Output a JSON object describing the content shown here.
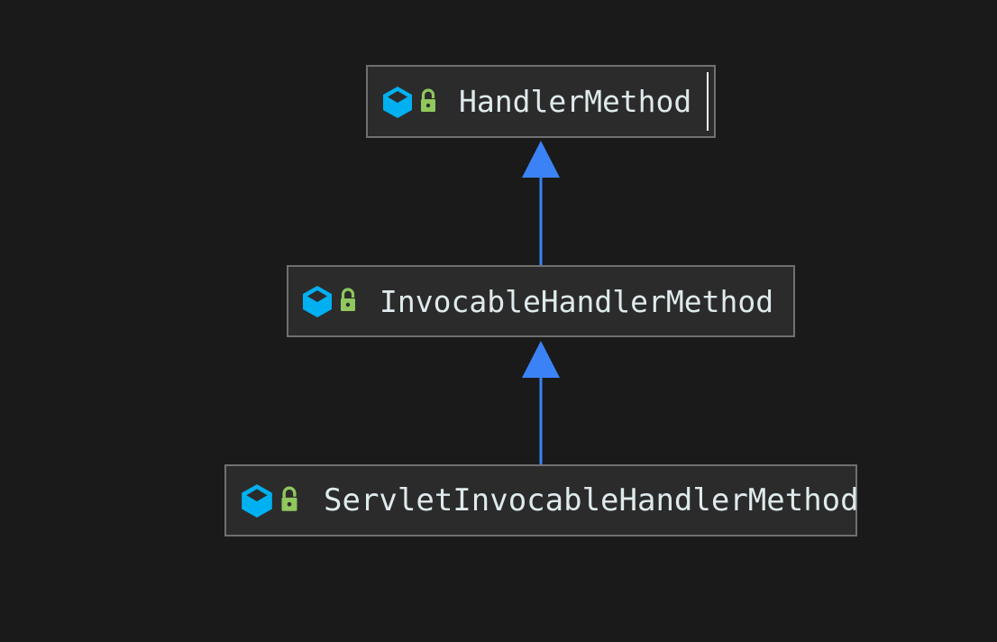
{
  "diagram": {
    "type": "uml-class-hierarchy",
    "background_color": "#1a1a1a",
    "node_fill_color": "#2b2b2b",
    "node_border_color": "#707070",
    "label_color": "#dfeaec",
    "arrow_color": "#3b82f6",
    "class_icon_color": "#00b0f0",
    "lock_icon_color": "#90c75e",
    "caret_color": "#f2f2f2",
    "nodes": [
      {
        "id": "handler-method",
        "label": "HandlerMethod",
        "class_icon": "class-cube-icon",
        "visibility_icon": "unlocked-padlock-icon",
        "selected": true
      },
      {
        "id": "invocable-handler-method",
        "label": "InvocableHandlerMethod",
        "class_icon": "class-cube-icon",
        "visibility_icon": "unlocked-padlock-icon",
        "selected": false
      },
      {
        "id": "servlet-invocable-handler-method",
        "label": "ServletInvocableHandlerMethod",
        "class_icon": "class-cube-icon",
        "visibility_icon": "unlocked-padlock-icon",
        "selected": false
      }
    ],
    "edges": [
      {
        "id": "upper",
        "kind": "generalization",
        "from": "invocable-handler-method",
        "to": "handler-method",
        "arrow_head": "filled-triangle-up"
      },
      {
        "id": "lower",
        "kind": "generalization",
        "from": "servlet-invocable-handler-method",
        "to": "invocable-handler-method",
        "arrow_head": "filled-triangle-up"
      }
    ]
  }
}
